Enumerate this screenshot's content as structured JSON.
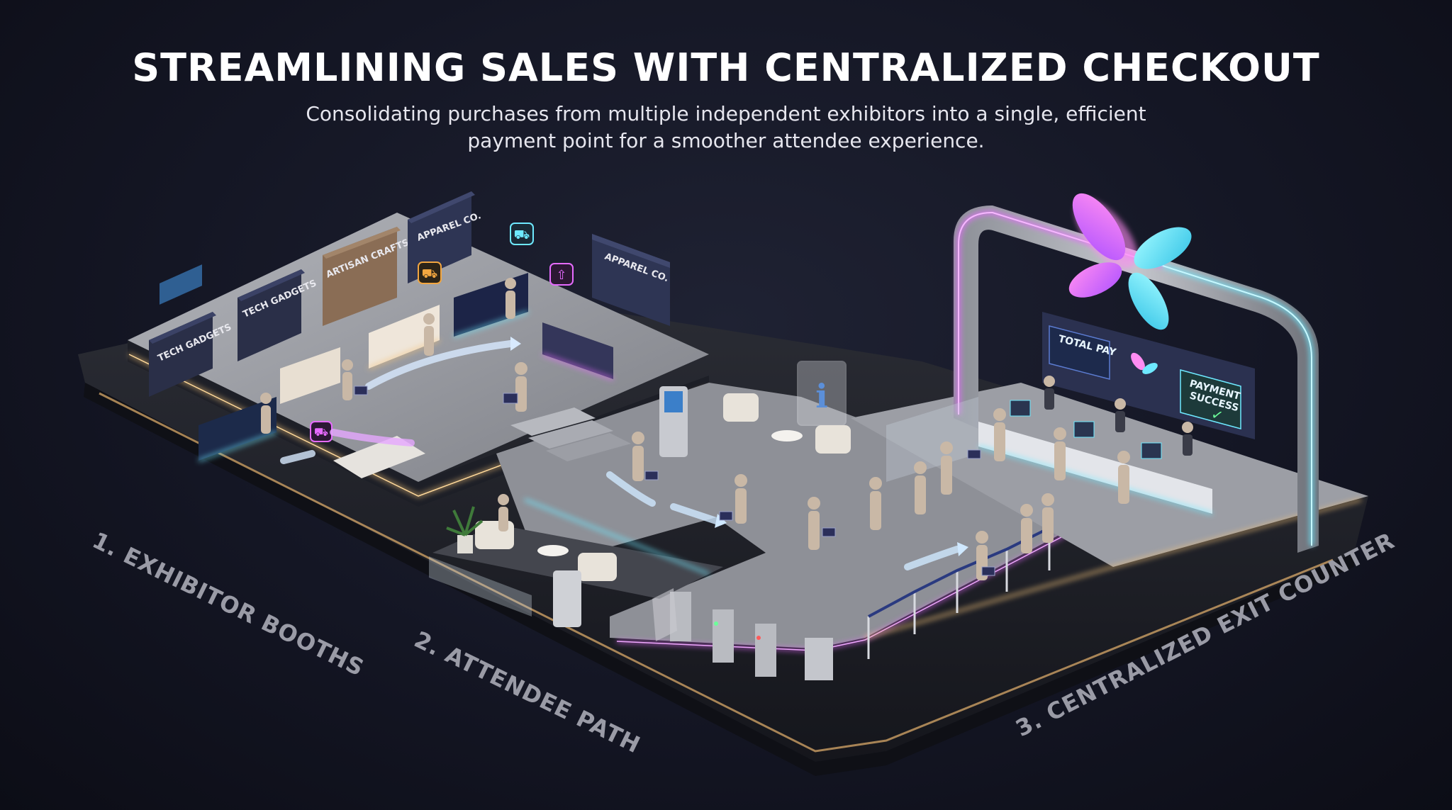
{
  "header": {
    "title": "STREAMLINING SALES WITH CENTRALIZED CHECKOUT",
    "subtitle_line1": "Consolidating purchases from multiple independent exhibitors into a single, efficient",
    "subtitle_line2": "payment point for a smoother attendee experience."
  },
  "section_labels": {
    "booths": "1. EXHIBITOR BOOTHS",
    "path": "2. ATTENDEE PATH",
    "exit": "3. CENTRALIZED EXIT COUNTER"
  },
  "booth_signs": {
    "tech1": "TECH GADGETS",
    "tech2": "TECH GADGETS",
    "artisan": "ARTISAN CRAFTS",
    "apparel1": "APPAREL CO.",
    "apparel2": "APPAREL CO."
  },
  "checkout": {
    "total_pay": "TOTAL PAY",
    "payment_line1": "PAYMENT",
    "payment_line2": "SUCCESS",
    "check": "✓"
  },
  "info_kiosk": {
    "symbol": "i"
  },
  "colors": {
    "neon_pink": "#e66bff",
    "neon_cyan": "#6ee9ff",
    "warm_glow": "#f2c27a",
    "floor": "#9a9ca3"
  }
}
